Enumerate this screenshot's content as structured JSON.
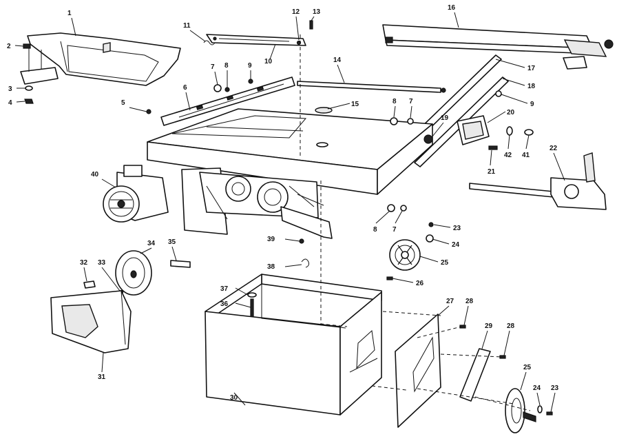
{
  "callouts": [
    {
      "id": "c1",
      "label": "1"
    },
    {
      "id": "c2",
      "label": "2"
    },
    {
      "id": "c3",
      "label": "3"
    },
    {
      "id": "c4",
      "label": "4"
    },
    {
      "id": "c5",
      "label": "5"
    },
    {
      "id": "c6",
      "label": "6"
    },
    {
      "id": "c7a",
      "label": "7"
    },
    {
      "id": "c8a",
      "label": "8"
    },
    {
      "id": "c9a",
      "label": "9"
    },
    {
      "id": "c10",
      "label": "10"
    },
    {
      "id": "c11",
      "label": "11"
    },
    {
      "id": "c12",
      "label": "12"
    },
    {
      "id": "c13",
      "label": "13"
    },
    {
      "id": "c14",
      "label": "14"
    },
    {
      "id": "c15",
      "label": "15"
    },
    {
      "id": "c16",
      "label": "16"
    },
    {
      "id": "c17",
      "label": "17"
    },
    {
      "id": "c18",
      "label": "18"
    },
    {
      "id": "c9b",
      "label": "9"
    },
    {
      "id": "c8b",
      "label": "8"
    },
    {
      "id": "c7b",
      "label": "7"
    },
    {
      "id": "c19",
      "label": "19"
    },
    {
      "id": "c20",
      "label": "20"
    },
    {
      "id": "c42",
      "label": "42"
    },
    {
      "id": "c41",
      "label": "41"
    },
    {
      "id": "c21",
      "label": "21"
    },
    {
      "id": "c22",
      "label": "22"
    },
    {
      "id": "c40",
      "label": "40"
    },
    {
      "id": "c8c",
      "label": "8"
    },
    {
      "id": "c7c",
      "label": "7"
    },
    {
      "id": "c23a",
      "label": "23"
    },
    {
      "id": "c24a",
      "label": "24"
    },
    {
      "id": "c25a",
      "label": "25"
    },
    {
      "id": "c39",
      "label": "39"
    },
    {
      "id": "c34",
      "label": "34"
    },
    {
      "id": "c35",
      "label": "35"
    },
    {
      "id": "c32",
      "label": "32"
    },
    {
      "id": "c33",
      "label": "33"
    },
    {
      "id": "c38",
      "label": "38"
    },
    {
      "id": "c26",
      "label": "26"
    },
    {
      "id": "c37",
      "label": "37"
    },
    {
      "id": "c36",
      "label": "36"
    },
    {
      "id": "c27",
      "label": "27"
    },
    {
      "id": "c28a",
      "label": "28"
    },
    {
      "id": "c29",
      "label": "29"
    },
    {
      "id": "c28b",
      "label": "28"
    },
    {
      "id": "c31",
      "label": "31"
    },
    {
      "id": "c30",
      "label": "30"
    },
    {
      "id": "c25b",
      "label": "25"
    },
    {
      "id": "c24b",
      "label": "24"
    },
    {
      "id": "c23b",
      "label": "23"
    }
  ]
}
